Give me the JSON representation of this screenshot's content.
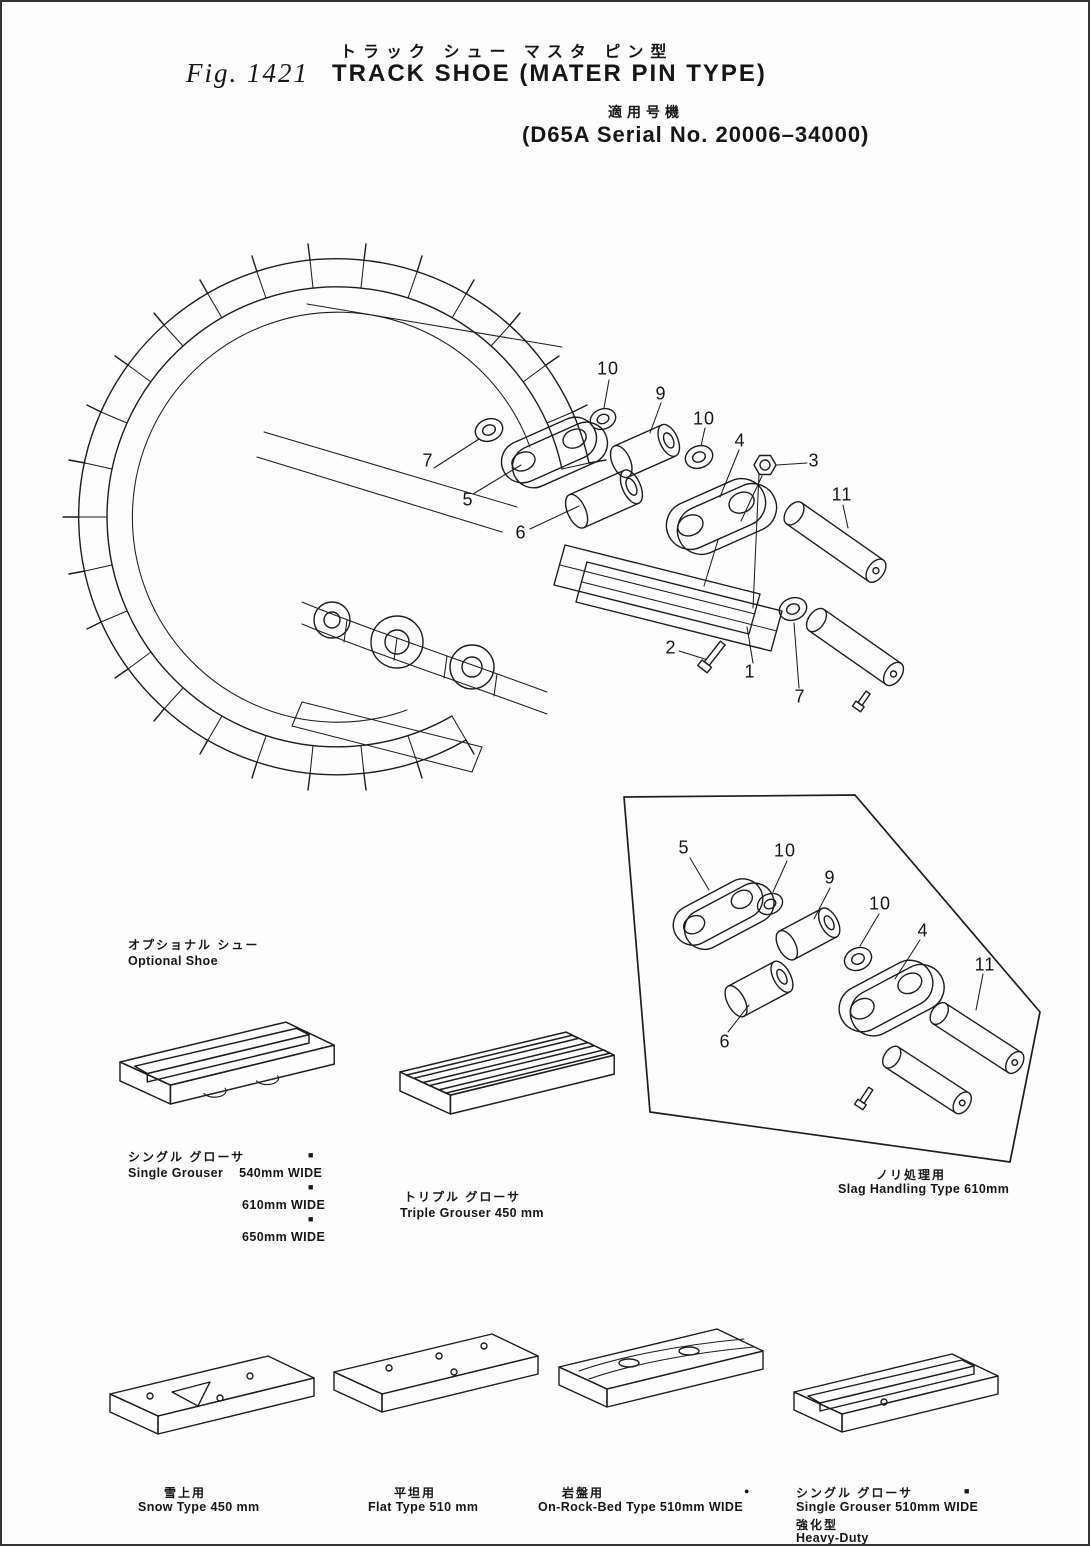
{
  "header": {
    "title_jp": "トラック シュー マスタ ピン型",
    "fig_label": "Fig. 1421",
    "title_en": "TRACK SHOE (MATER PIN TYPE)",
    "serial_jp": "適用号機",
    "serial_en": "(D65A Serial No. 20006–34000)"
  },
  "callouts_main": {
    "washer_top": "7",
    "link_plate": "5",
    "ring_left": "10",
    "bushing_top": "9",
    "ring_right": "10",
    "master_link": "4",
    "nut": "3",
    "pin_upper": "11",
    "bushing_left": "6",
    "bolt": "2",
    "shoe_plate": "1",
    "washer_bottom": "7"
  },
  "callouts_inset": {
    "link_plate": "5",
    "ring_left": "10",
    "bushing_top": "9",
    "ring_right": "10",
    "master_link": "4",
    "pin_upper": "11",
    "bushing_left": "6"
  },
  "optional_shoe": {
    "label_jp": "オプショナル シュー",
    "label_en": "Optional Shoe"
  },
  "labels": {
    "single_grouser": {
      "label_jp": "シングル グローサ",
      "label_en": "Single Grouser",
      "sizes": [
        "540mm WIDE",
        "610mm WIDE",
        "650mm WIDE"
      ],
      "marker": "■"
    },
    "triple_grouser": {
      "label_jp": "トリプル グローサ",
      "label_en": "Triple Grouser 450 mm"
    },
    "slag_handling": {
      "label_jp": "ノリ処理用",
      "label_en": "Slag Handling Type 610mm"
    },
    "snow": {
      "label_jp": "雪上用",
      "label_en": "Snow Type 450 mm"
    },
    "flat": {
      "label_jp": "平坦用",
      "label_en": "Flat Type 510 mm"
    },
    "rock": {
      "label_jp": "岩盤用",
      "label_en": "On-Rock-Bed Type 510mm WIDE",
      "marker": "●"
    },
    "heavy_duty": {
      "label_jp": "シングル グローサ",
      "label_en": "Single Grouser 510mm WIDE",
      "label_jp2": "強化型",
      "label_en2": "Heavy-Duty",
      "marker": "■"
    }
  }
}
